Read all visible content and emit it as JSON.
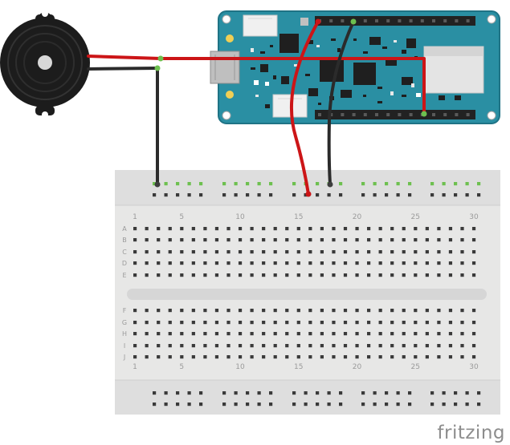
{
  "brand": "fritzing",
  "breadboard": {
    "column_labels": [
      "1",
      "5",
      "10",
      "15",
      "20",
      "25",
      "30"
    ],
    "row_labels_top": [
      "A",
      "B",
      "C",
      "D",
      "E"
    ],
    "row_labels_bottom": [
      "F",
      "G",
      "H",
      "I",
      "J"
    ]
  },
  "colors": {
    "board_teal": "#2a8fa3",
    "board_dark": "#1e7182",
    "breadboard": "#e7e7e6",
    "wire_red": "#cc1517",
    "wire_black": "#2b2b2b",
    "buzzer_body": "#1c1c1c",
    "hole": "#3a3a3a",
    "hole_green": "#6dc04f"
  },
  "icons": {
    "buzzer": "piezo-buzzer-icon"
  }
}
